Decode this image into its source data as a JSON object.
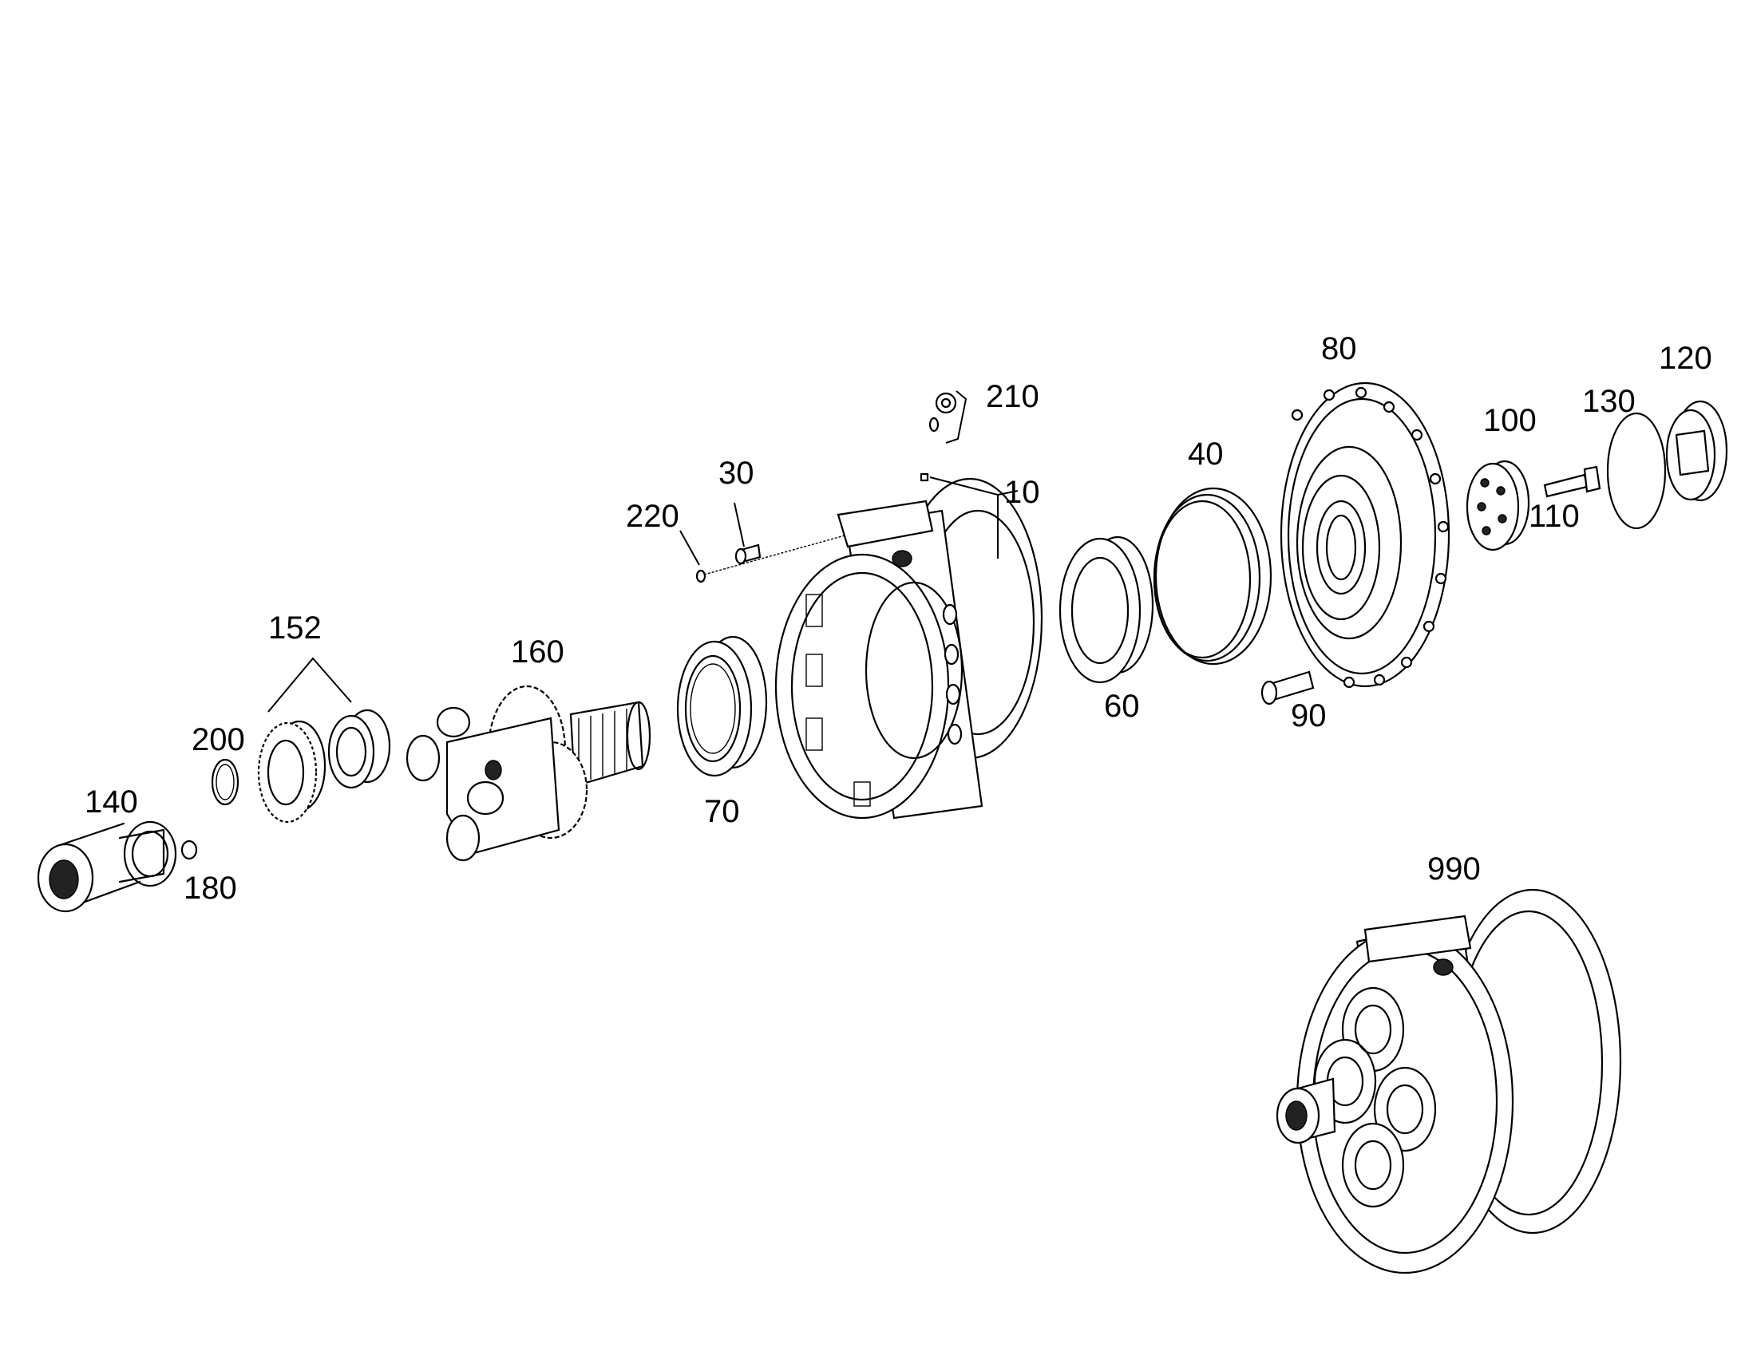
{
  "colors": {
    "line": "#000000",
    "background": "#ffffff"
  },
  "callouts": {
    "p10": "10",
    "p30": "30",
    "p40": "40",
    "p60": "60",
    "p70": "70",
    "p80": "80",
    "p90": "90",
    "p100": "100",
    "p110": "110",
    "p120": "120",
    "p130": "130",
    "p140": "140",
    "p152": "152",
    "p160": "160",
    "p180": "180",
    "p200": "200",
    "p210": "210",
    "p220": "220",
    "p990": "990"
  }
}
